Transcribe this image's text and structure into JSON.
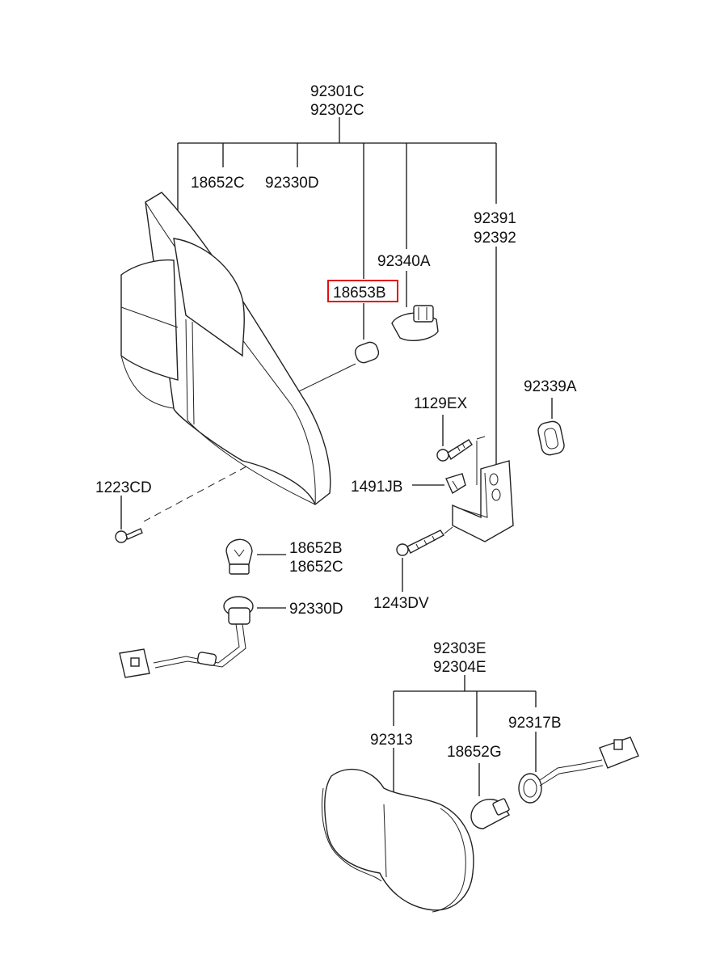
{
  "labels": {
    "p92301c": "92301C",
    "p92302c": "92302C",
    "p18652c_top": "18652C",
    "p92330d_top": "92330D",
    "p92391": "92391",
    "p92392": "92392",
    "p92340a": "92340A",
    "p18653b": "18653B",
    "p92339a": "92339A",
    "p1129ex": "1129EX",
    "p1491jb": "1491JB",
    "p1223cd": "1223CD",
    "p18652b": "18652B",
    "p18652c_mid": "18652C",
    "p92330d_mid": "92330D",
    "p1243dv": "1243DV",
    "p92303e": "92303E",
    "p92304e": "92304E",
    "p92313": "92313",
    "p18652g": "18652G",
    "p92317b": "92317B"
  },
  "highlight": {
    "part": "18653B",
    "color": "#e01010"
  }
}
